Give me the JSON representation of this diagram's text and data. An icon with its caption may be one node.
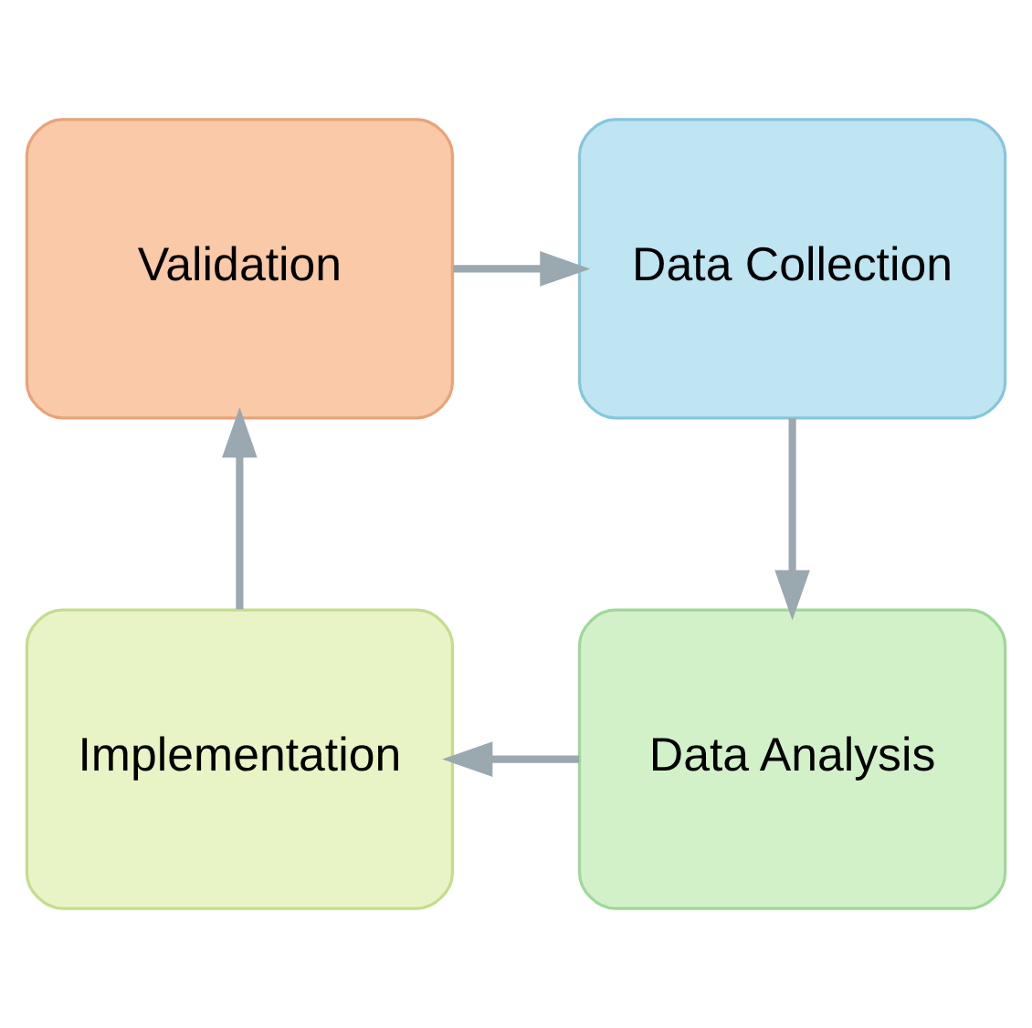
{
  "diagram": {
    "nodes": [
      {
        "text": [
          "Validation"
        ]
      },
      {
        "text": [
          "Data Collection"
        ]
      },
      {
        "text": [
          "Data Analysis"
        ]
      },
      {
        "text": [
          "Implementation"
        ]
      }
    ],
    "edges": [
      {
        "from": 0,
        "to": 1,
        "arrow": "to"
      },
      {
        "from": 1,
        "to": 2,
        "arrow": "to"
      },
      {
        "from": 2,
        "to": 3,
        "arrow": "to"
      },
      {
        "from": 3,
        "to": 0,
        "arrow": "to"
      }
    ]
  }
}
